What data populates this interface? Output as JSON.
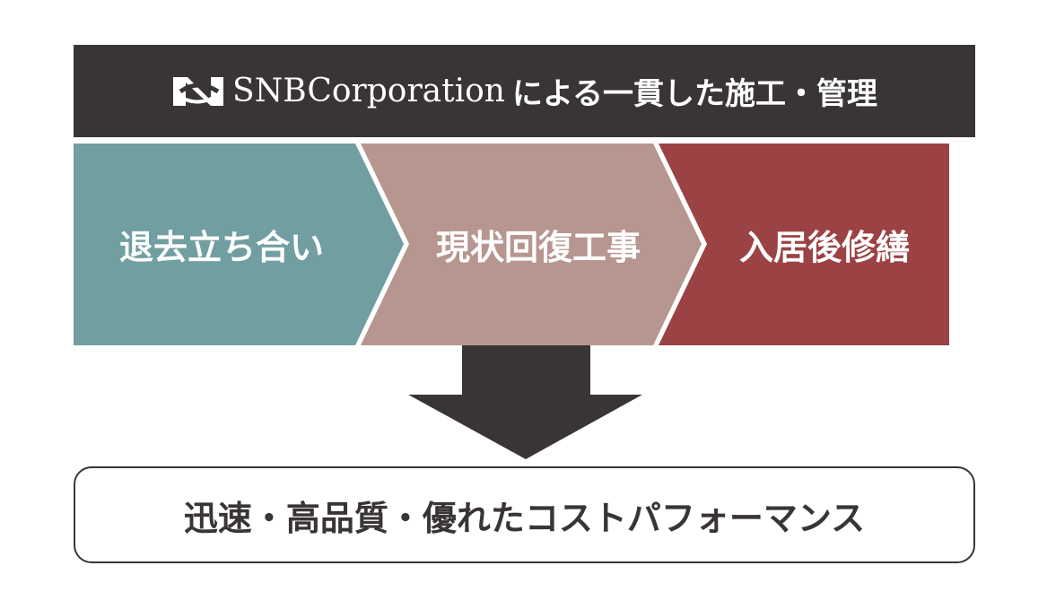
{
  "header": {
    "logo_text": "SNB",
    "brand": "SNBCorporation",
    "tagline": "による一貫した施工・管理"
  },
  "steps": [
    {
      "label": "退去立ち合い",
      "color": "#719ea1"
    },
    {
      "label": "現状回復工事",
      "color": "#b7968f"
    },
    {
      "label": "入居後修繕",
      "color": "#9b4244"
    }
  ],
  "result": {
    "label": "迅速・高品質・優れたコストパフォーマンス"
  },
  "colors": {
    "dark": "#3a3535"
  }
}
